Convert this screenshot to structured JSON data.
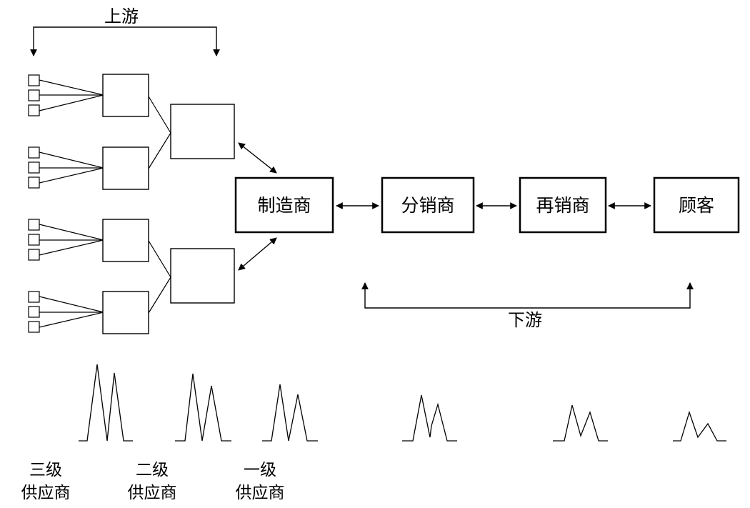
{
  "labels": {
    "upstream": "上游",
    "downstream": "下游"
  },
  "nodes": {
    "manufacturer": "制造商",
    "distributor": "分销商",
    "reseller": "再销商",
    "customer": "顾客"
  },
  "tiers": {
    "third": {
      "line1": "三级",
      "line2": "供应商"
    },
    "second": {
      "line1": "二级",
      "line2": "供应商"
    },
    "first": {
      "line1": "一级",
      "line2": "供应商"
    }
  },
  "colors": {
    "stroke": "#000000",
    "background": "#ffffff"
  }
}
